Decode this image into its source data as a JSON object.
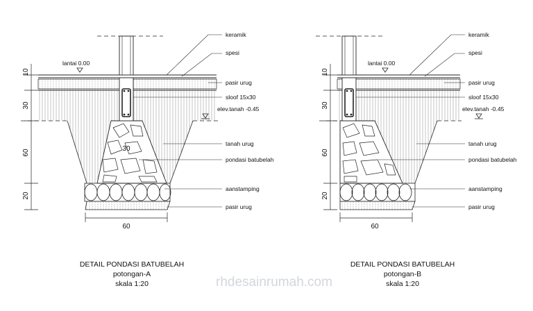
{
  "detail_a": {
    "labels": {
      "keramik": "keramik",
      "spesi": "spesi",
      "pasir_urug_top": "pasir urug",
      "sloof": "sloof 15x30",
      "elev_tanah": "elev.tanah -0.45",
      "tanah_urug": "tanah urug",
      "pondasi": "pondasi batubelah",
      "aanstamping": "aanstamping",
      "pasir_urug_bottom": "pasir urug",
      "lantai": "lantai 0.00"
    },
    "dims": {
      "d10": "10",
      "d30": "30",
      "d60": "60",
      "d20": "20",
      "width": "60",
      "top_width": "30"
    },
    "title": "DETAIL PONDASI BATUBELAH",
    "subtitle": "potongan-A",
    "scale": "skala 1:20"
  },
  "detail_b": {
    "labels": {
      "keramik": "keramik",
      "spesi": "spesi",
      "pasir_urug_top": "pasir urug",
      "sloof": "sloof 15x30",
      "elev_tanah": "elev.tanah -0.45",
      "tanah_urug": "tanah urug",
      "pondasi": "pondasi batubelah",
      "aanstamping": "aanstamping",
      "pasir_urug_bottom": "pasir urug",
      "lantai": "lantai 0.00"
    },
    "dims": {
      "d10": "10",
      "d30": "30",
      "d60": "60",
      "d20": "20",
      "width": "60"
    },
    "title": "DETAIL PONDASI BATUBELAH",
    "subtitle": "potongan-B",
    "scale": "skala 1:20"
  },
  "watermark": "rhdesainrumah.com"
}
